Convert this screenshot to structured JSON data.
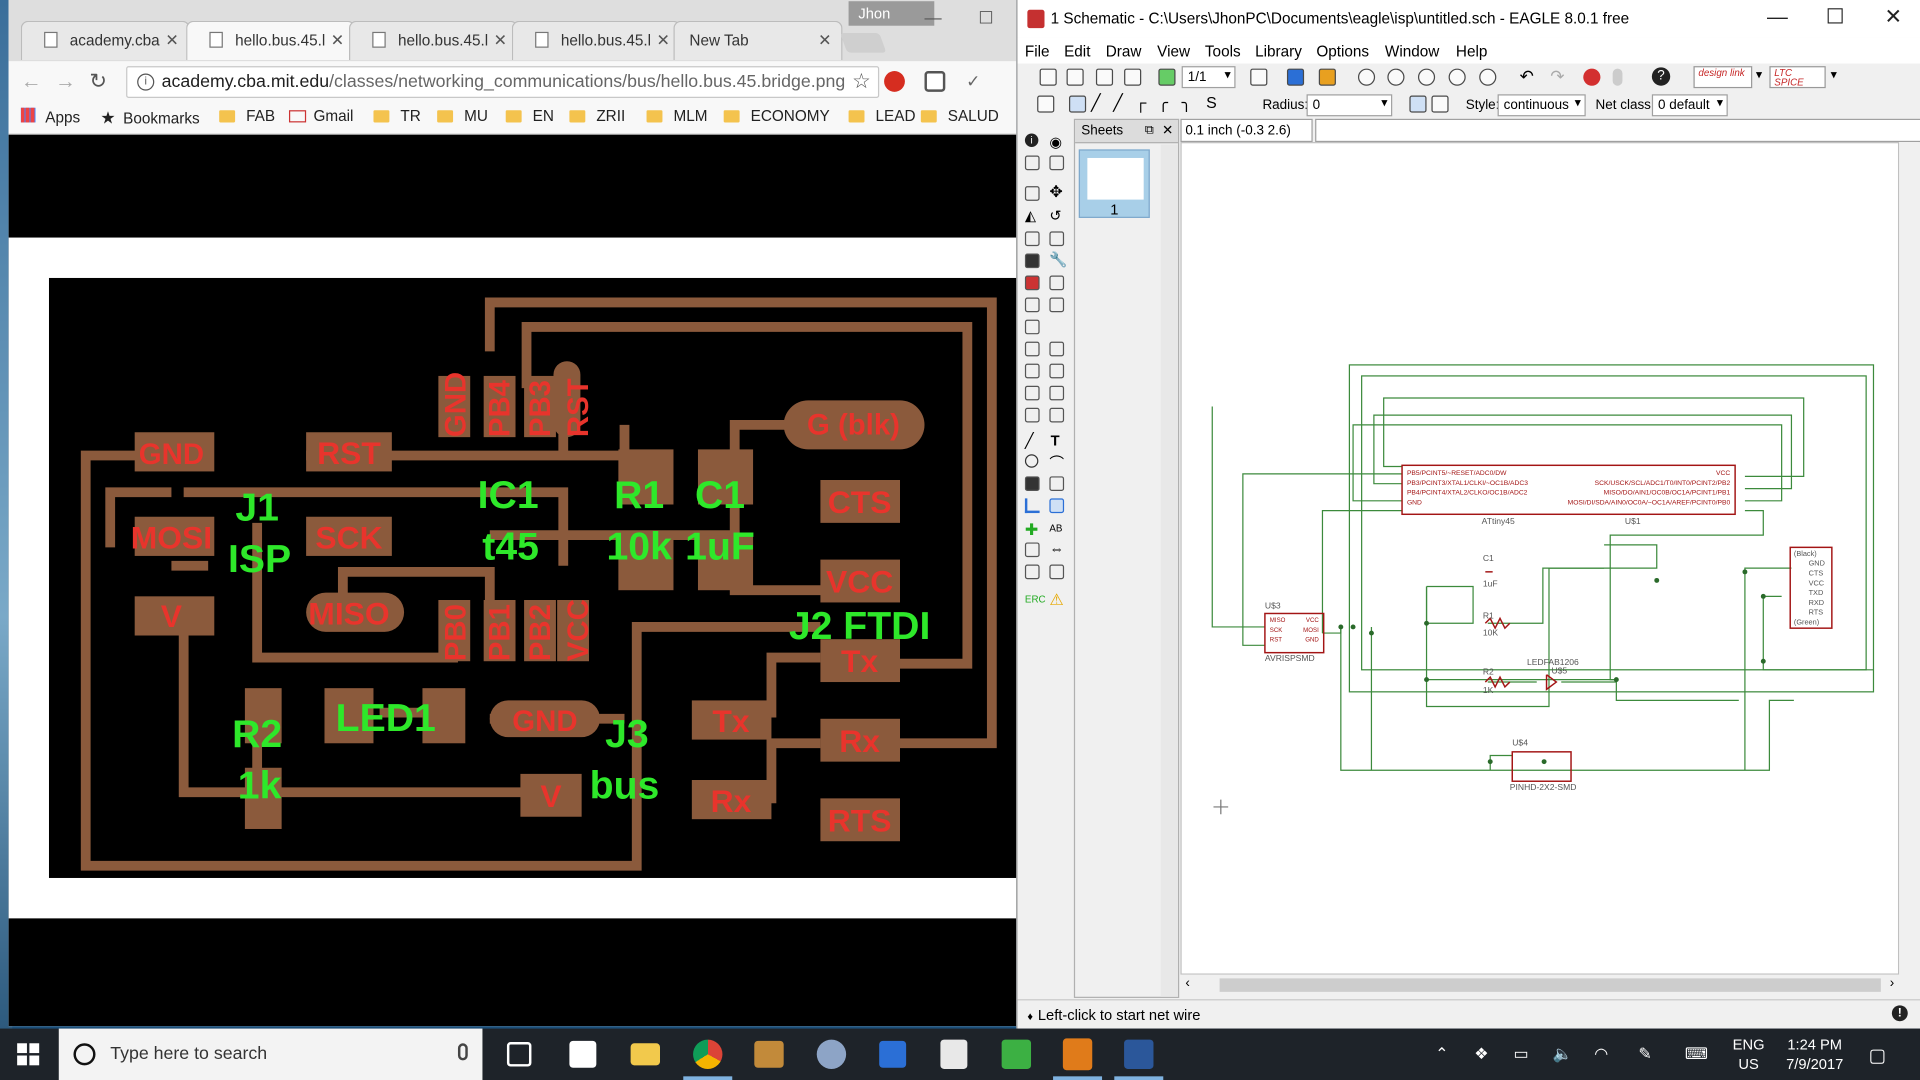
{
  "chrome": {
    "profile_name": "Jhon",
    "tabs": [
      {
        "label": "academy.cba"
      },
      {
        "label": "hello.bus.45.l"
      },
      {
        "label": "hello.bus.45.l"
      },
      {
        "label": "hello.bus.45.l"
      },
      {
        "label": "New Tab"
      }
    ],
    "url_host": "academy.cba.mit.edu",
    "url_path": "/classes/networking_communications/bus/hello.bus.45.bridge.png",
    "bookmarks": [
      "Apps",
      "Bookmarks",
      "FAB",
      "Gmail",
      "TR",
      "MU",
      "EN",
      "ZRII",
      "MLM",
      "ECONOMY",
      "LEAD",
      "SALUD"
    ]
  },
  "board": {
    "pad_labels": [
      "GND",
      "RST",
      "MOSI",
      "SCK",
      "MISO",
      "V",
      "GND",
      "V",
      "CTS",
      "VCC",
      "Tx",
      "Rx",
      "RTS",
      "Tx",
      "Rx",
      "G (blk)"
    ],
    "pin_labels": [
      "GND",
      "PB4",
      "PB3",
      "RST",
      "PB0",
      "PB1",
      "PB2",
      "VCC"
    ],
    "part_labels": [
      "J1",
      "ISP",
      "IC1",
      "t45",
      "R1",
      "10k",
      "C1",
      "1uF",
      "J2 FTDI",
      "R2",
      "1k",
      "LED1",
      "J3",
      "bus"
    ]
  },
  "eagle": {
    "title": "1 Schematic - C:\\Users\\JhonPC\\Documents\\eagle\\isp\\untitled.sch - EAGLE 8.0.1 free",
    "menu": [
      "File",
      "Edit",
      "Draw",
      "View",
      "Tools",
      "Library",
      "Options",
      "Window",
      "Help"
    ],
    "sheet_select": "1/1",
    "radius_label": "Radius:",
    "radius_value": "0",
    "style_label": "Style:",
    "style_value": "continuous",
    "netclass_label": "Net class:",
    "netclass_value": "0 default",
    "sheets_header": "Sheets",
    "sheet_number": "1",
    "coord": "0.1 inch (-0.3 2.6)",
    "status": "Left-click to start net wire",
    "logo_a": "design link",
    "logo_b": "LTC SPICE",
    "schematic": {
      "attiny_pins_left": [
        "PB5/PCINT5/~RESET/ADC0/DW",
        "PB3/PCINT3/XTAL1/CLKI/~OC1B/ADC3",
        "PB4/PCINT4/XTAL2/CLKO/OC1B/ADC2",
        "GND"
      ],
      "attiny_pins_right": [
        "VCC",
        "SCK/USCK/SCL/ADC1/T0/INT0/PCINT2/PB2",
        "MISO/DO/AIN1/OC0B/OC1A/PCINT1/PB1",
        "MOSI/DI/SDA/AIN0/OC0A/~OC1A/AREF/PCINT0/PB0"
      ],
      "attiny_name": "ATtiny45",
      "attiny_ref": "U$1",
      "ftdi_pins": [
        "(Black)",
        "GND",
        "CTS",
        "VCC",
        "TXD",
        "RXD",
        "RTS",
        "(Green)"
      ],
      "isp_ref": "U$3",
      "isp_pins": [
        "MISO",
        "SCK",
        "RST",
        "VCC",
        "MOSI",
        "GND"
      ],
      "isp_name": "AVRISPSMD",
      "c1_ref": "C1",
      "c1_val": "1uF",
      "r1_ref": "R1",
      "r1_val": "10K",
      "led_name": "LEDFAB1206",
      "led_ref": "U$5",
      "r2_ref": "R2",
      "r2_val": "1K",
      "hdr_ref": "U$4",
      "hdr_name": "PINHD-2X2-SMD"
    }
  },
  "taskbar": {
    "search_placeholder": "Type here to search",
    "lang_top": "ENG",
    "lang_bottom": "US",
    "time": "1:24 PM",
    "date": "7/9/2017"
  }
}
